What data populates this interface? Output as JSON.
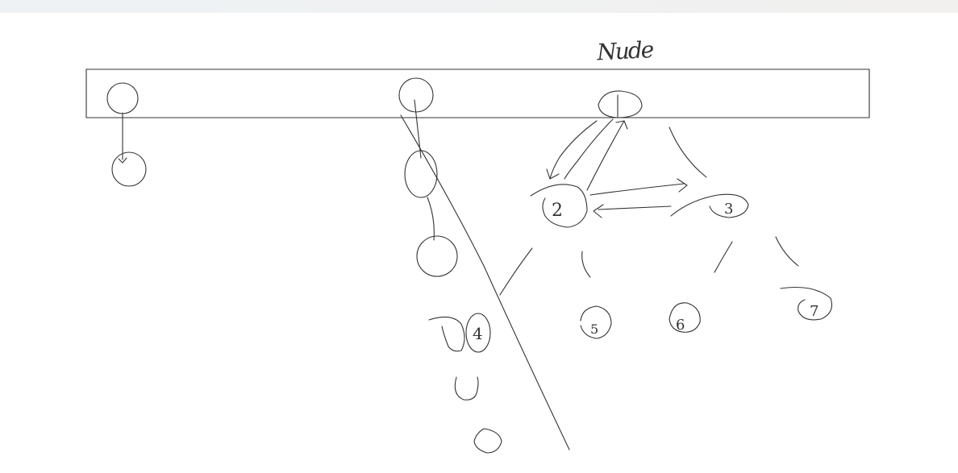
{
  "toolbar": {},
  "diagram": {
    "title": "Nude",
    "node_numbers": {
      "n2": "2",
      "n3": "3",
      "n4": "4",
      "n5": "5",
      "n6": "6",
      "n7": "7"
    }
  },
  "colors": {
    "ink": "#333333",
    "canvas": "#ffffff",
    "top_bar": "#eef2f5"
  }
}
